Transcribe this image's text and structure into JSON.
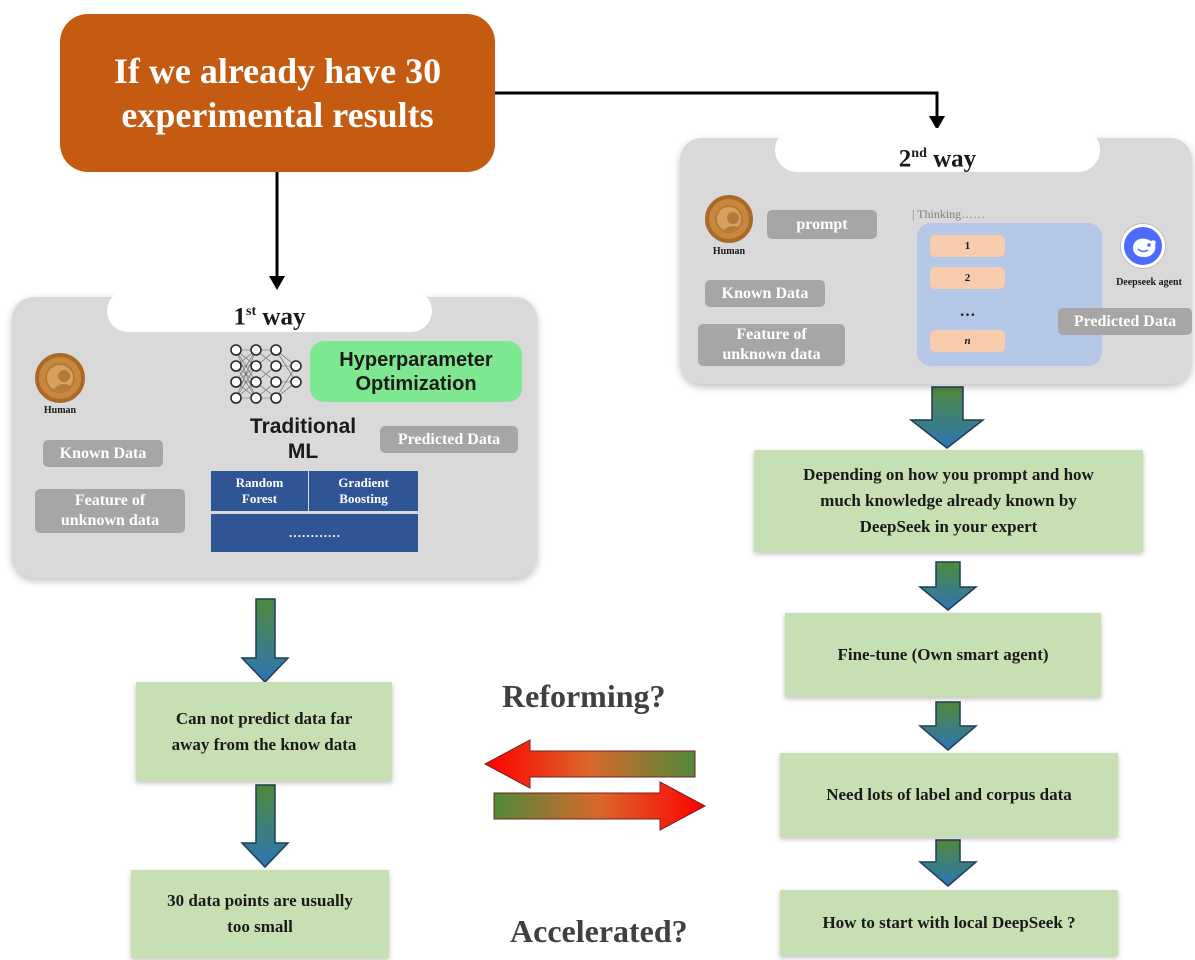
{
  "title": {
    "line1": "If we already have 30",
    "line2": "experimental results"
  },
  "way1": {
    "label_prefix": "1",
    "label_sup": "st",
    "label_suffix": " way",
    "human_label": "Human",
    "hpo": {
      "line1": "Hyperparameter",
      "line2": "Optimization"
    },
    "ml_title": {
      "line1": "Traditional",
      "line2": "ML"
    },
    "known_data": "Known Data",
    "feature": {
      "line1": "Feature of",
      "line2": "unknown data"
    },
    "predicted": "Predicted Data",
    "algorithms": {
      "random_forest": {
        "line1": "Random",
        "line2": "Forest"
      },
      "gradient_boosting": {
        "line1": "Gradient",
        "line2": "Boosting"
      },
      "more": "…………"
    }
  },
  "way2": {
    "label_prefix": "2",
    "label_sup": "nd",
    "label_suffix": "  way",
    "human_label": "Human",
    "prompt": "prompt",
    "thinking": "| Thinking……",
    "steps": [
      "1",
      "2",
      "…",
      "n"
    ],
    "agent_label": "Deepseek agent",
    "known_data": "Known Data",
    "feature": {
      "line1": "Feature of",
      "line2": "unknown data"
    },
    "predicted": "Predicted Data"
  },
  "left_flow": {
    "box1": {
      "line1": "Can not predict data far",
      "line2": "away from the know data"
    },
    "box2": {
      "line1": "30 data points are usually",
      "line2": "too small"
    }
  },
  "right_flow": {
    "box1": {
      "line1": "Depending on how you prompt and how",
      "line2": "much knowledge already known by",
      "line3": "DeepSeek in your expert"
    },
    "box2": "Fine-tune (Own smart agent)",
    "box3": "Need lots of label and corpus data",
    "box4": "How to start with local DeepSeek ?"
  },
  "middle": {
    "reforming": "Reforming?",
    "accelerated": "Accelerated?"
  }
}
